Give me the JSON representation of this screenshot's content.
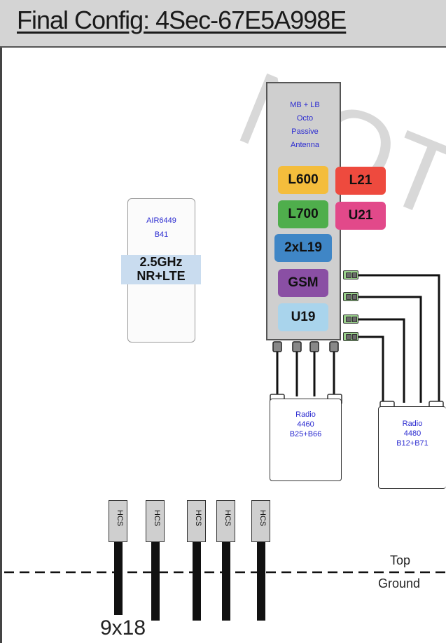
{
  "header": {
    "title": "Final Config: 4Sec-67E5A998E"
  },
  "watermark": "NOT",
  "air": {
    "model": "AIR6449",
    "band_code": "B41",
    "freq": "2.5GHz",
    "tech": "NR+LTE"
  },
  "octo": {
    "title_lines": [
      "MB + LB",
      "Octo",
      "Passive",
      "Antenna"
    ],
    "bands": [
      {
        "label": "L600",
        "color": "#f4bd3c"
      },
      {
        "label": "L700",
        "color": "#4fae4c"
      },
      {
        "label": "2xL19",
        "color": "#3f86c6"
      },
      {
        "label": "GSM",
        "color": "#8a4fa4"
      },
      {
        "label": "U19",
        "color": "#a9d4ec"
      }
    ],
    "side_bands": [
      {
        "label": "L21",
        "color": "#ee4a3e"
      },
      {
        "label": "U21",
        "color": "#e2498a"
      }
    ]
  },
  "radios": [
    {
      "line1": "Radio",
      "line2": "4460",
      "line3": "B25+B66"
    },
    {
      "line1": "Radio",
      "line2": "4480",
      "line3": "B12+B71"
    }
  ],
  "hcs_label": "HCS",
  "ground": {
    "top_label": "Top",
    "ground_label": "Ground"
  },
  "cable": {
    "label": "9x18"
  }
}
